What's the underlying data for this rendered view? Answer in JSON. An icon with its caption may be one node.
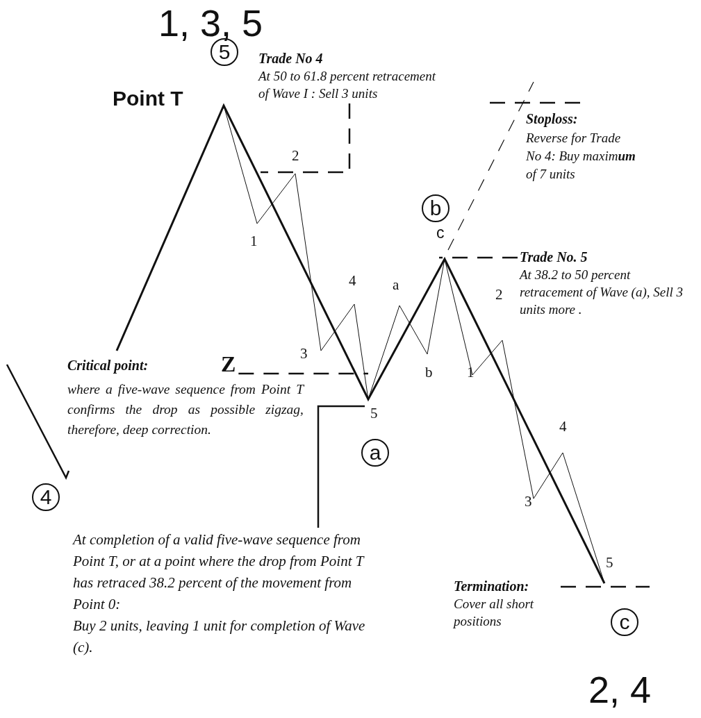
{
  "diagram": {
    "nodes": [
      {
        "text": [
          "5"
        ]
      },
      {
        "text": [
          "Trade No 4",
          "At 50 to 61.8 percent retracement of Wave I : Sell 3 units"
        ]
      },
      {
        "text": [
          "b"
        ]
      },
      {
        "text": [
          "Trade No. 5",
          "At 38.2 to 50 percent retracement of Wave (a), Sell 3 units more ."
        ]
      },
      {
        "text": [
          "Z"
        ]
      },
      {
        "text": [
          "a"
        ]
      },
      {
        "text": [
          "4"
        ]
      },
      {
        "text": [
          "At completion of a valid five-wave sequence from Point T, or at a point where the drop from Point T has retraced 38.2 percent of the movement from Point 0:",
          "Buy 2 units, leaving 1 unit for completion of Wave (c)."
        ]
      },
      {
        "text": [
          "Termination:",
          "Cover all short positions"
        ]
      },
      {
        "text": [
          "c"
        ]
      }
    ],
    "edges": [
      {
        "from": 1,
        "to": null,
        "arrow": "none",
        "style": "dashed"
      },
      {
        "from": 3,
        "to": null,
        "arrow": "none",
        "style": "dashed"
      },
      {
        "from": 4,
        "to": null,
        "arrow": "none",
        "style": "dashed"
      },
      {
        "from": 7,
        "to": null,
        "arrow": "none"
      },
      {
        "from": 8,
        "to": null,
        "arrow": "none",
        "style": "dashed"
      }
    ],
    "labels": [
      "1, 3, 5",
      "Point T",
      "Stoploss:",
      "Reverse for Trade No 4: Buy maxim**um** of 7 units",
      "2",
      "1",
      "c",
      "4",
      "a",
      "2",
      "Critical point:",
      "where a five-wave sequence from Point T confirms the drop as possible zigzag, therefore, deep correction.",
      "3",
      "b",
      "1",
      "5",
      "4",
      "3",
      "5",
      "2, 4"
    ]
  }
}
